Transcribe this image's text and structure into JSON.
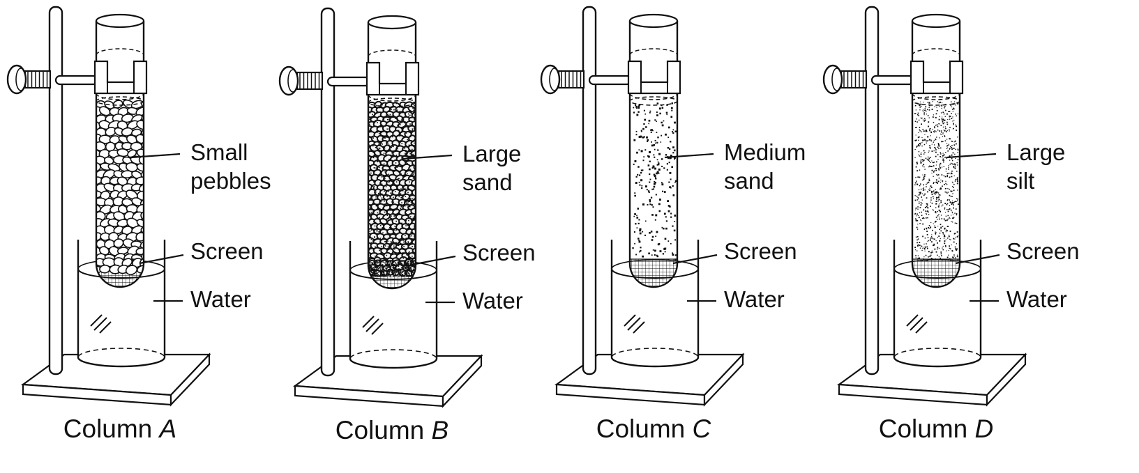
{
  "figure": {
    "columns": [
      {
        "id": "A",
        "caption_word": "Column",
        "caption_letter": "A",
        "fill_label_lines": [
          "Small",
          "pebbles"
        ],
        "fill_texture": "small-pebbles",
        "screen_label": "Screen",
        "water_label": "Water"
      },
      {
        "id": "B",
        "caption_word": "Column",
        "caption_letter": "B",
        "fill_label_lines": [
          "Large",
          "sand"
        ],
        "fill_texture": "large-sand",
        "screen_label": "Screen",
        "water_label": "Water"
      },
      {
        "id": "C",
        "caption_word": "Column",
        "caption_letter": "C",
        "fill_label_lines": [
          "Medium",
          "sand"
        ],
        "fill_texture": "medium-sand",
        "screen_label": "Screen",
        "water_label": "Water"
      },
      {
        "id": "D",
        "caption_word": "Column",
        "caption_letter": "D",
        "fill_label_lines": [
          "Large",
          "silt"
        ],
        "fill_texture": "large-silt",
        "screen_label": "Screen",
        "water_label": "Water"
      }
    ],
    "colors": {
      "ink": "#111111",
      "paper": "#ffffff"
    }
  }
}
